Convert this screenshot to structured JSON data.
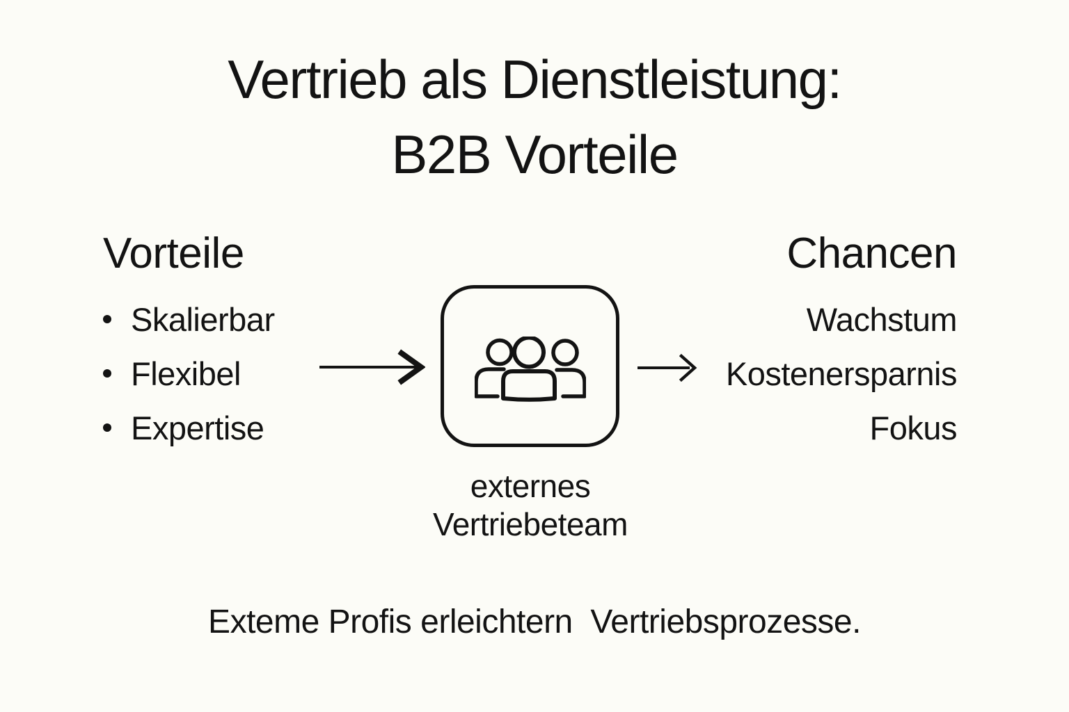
{
  "colors": {
    "background": "#fcfcf7",
    "ink": "#131313"
  },
  "title": {
    "text": "Vertrieb als Dienstleistung:\nB2B Vorteile"
  },
  "left_panel": {
    "heading": "Vorteile",
    "items": [
      "Skalierbar",
      "Flexibel",
      "Expertise"
    ]
  },
  "center": {
    "icon": "team-icon",
    "label": "externes\nVertriebeteam"
  },
  "right_panel": {
    "heading": "Chancen",
    "items": [
      "Wachstum",
      "Kostenersparnis",
      "Fokus"
    ]
  },
  "footer": {
    "text": "Exteme Profis erleichtern  Vertriebsprozesse."
  }
}
